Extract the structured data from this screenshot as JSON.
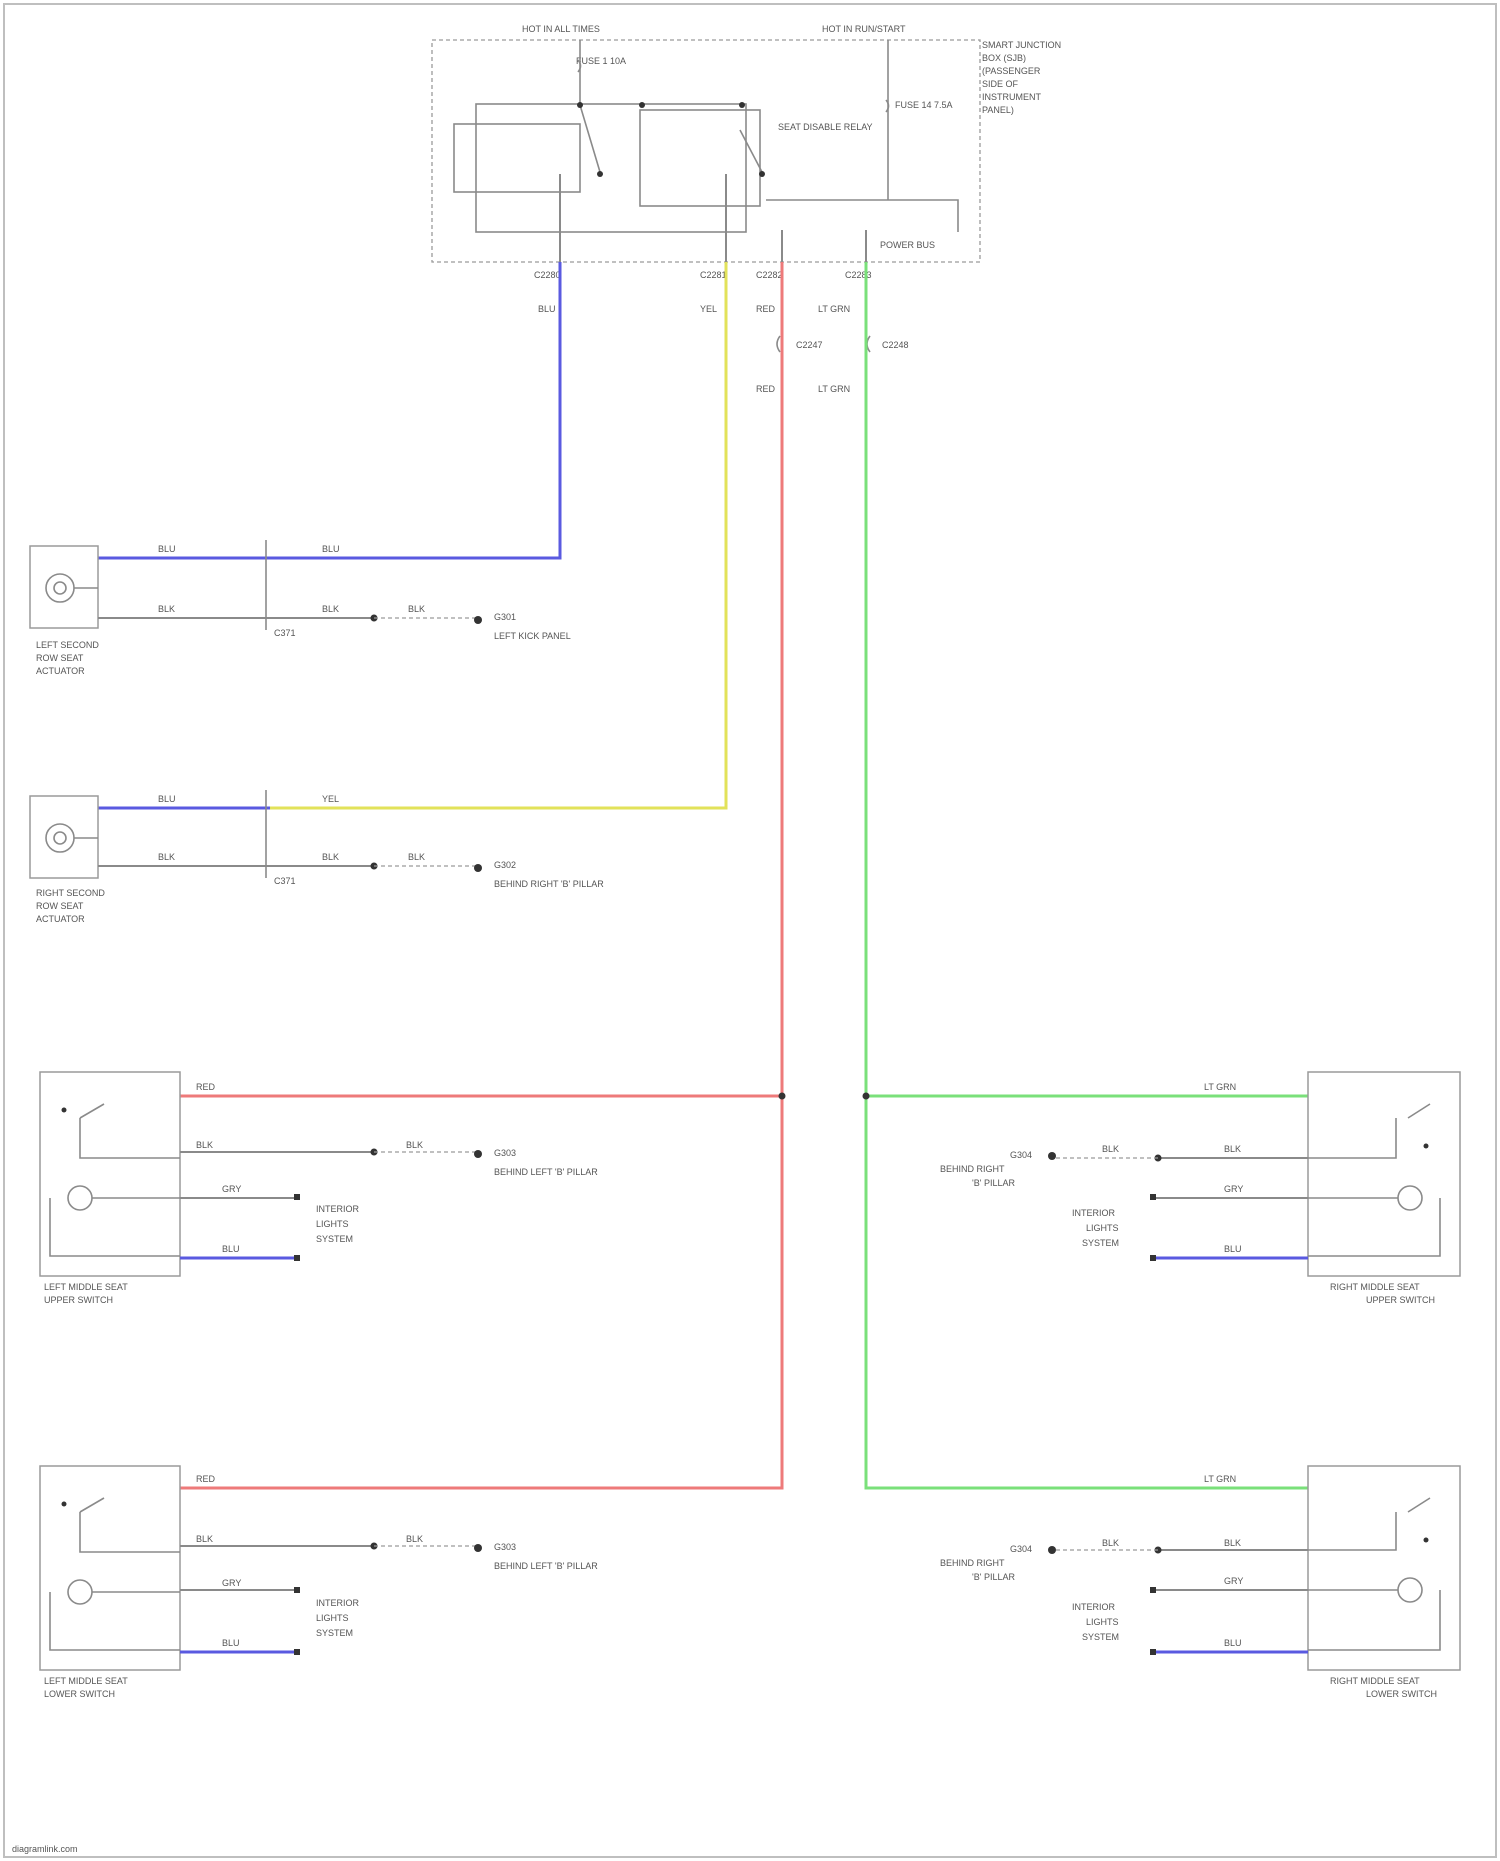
{
  "colors": {
    "blue": "#5a5ae0",
    "yellow": "#e2e25a",
    "red": "#ee7a7a",
    "green": "#7ae07a",
    "line": "#8a8a8a"
  },
  "module": {
    "top_left_label": "HOT IN ALL TIMES",
    "top_right_label": "HOT IN RUN/START",
    "fuse_left": "FUSE 1 10A",
    "fuse_right": "FUSE 14 7.5A",
    "relay_name": "SEAT DISABLE RELAY",
    "title_lines": [
      "SMART JUNCTION",
      "BOX (SJB)",
      "(PASSENGER",
      "SIDE OF",
      "INSTRUMENT",
      "PANEL)"
    ],
    "ground_label": "POWER BUS"
  },
  "wires": {
    "pin_blu": "C2280",
    "blu": "BLU",
    "pin_yel": "C2281",
    "yel": "YEL",
    "pin_red": "C2282",
    "red": "RED",
    "pin_ltgrn": "C2283",
    "ltgrn": "LT GRN",
    "splice_red": "C2247",
    "splice_ltgrn": "C2248",
    "blk": "BLK",
    "gry": "GRY"
  },
  "actuators": {
    "left": [
      "LEFT SECOND",
      "ROW SEAT",
      "ACTUATOR"
    ],
    "right": [
      "RIGHT SECOND",
      "ROW SEAT",
      "ACTUATOR"
    ],
    "connector": "C371",
    "ground_left": "G301",
    "ground_left_loc": "LEFT KICK PANEL",
    "ground_right": "G302",
    "ground_right_loc": "BEHIND RIGHT 'B' PILLAR"
  },
  "switches": {
    "left_upper": [
      "LEFT MIDDLE SEAT",
      "UPPER SWITCH"
    ],
    "left_lower": [
      "LEFT MIDDLE SEAT",
      "LOWER SWITCH"
    ],
    "right_upper": [
      "RIGHT MIDDLE SEAT",
      "UPPER SWITCH"
    ],
    "right_lower": [
      "RIGHT MIDDLE SEAT",
      "LOWER SWITCH"
    ],
    "ground_left": "G303",
    "ground_left_loc": "BEHIND LEFT 'B' PILLAR",
    "ground_right": "G304",
    "ground_right_loc": [
      "BEHIND RIGHT",
      "'B' PILLAR"
    ],
    "illumination": [
      "INTERIOR",
      "LIGHTS",
      "SYSTEM"
    ]
  },
  "footer": "diagramlink.com"
}
